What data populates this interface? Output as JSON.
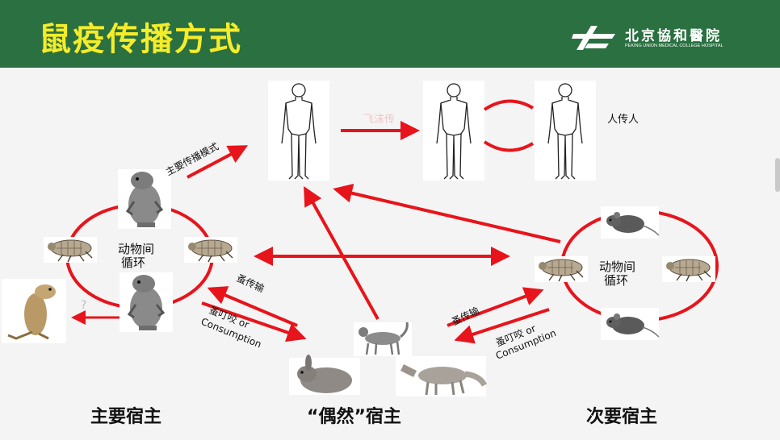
{
  "slide": {
    "title": "鼠疫传播方式",
    "logo": {
      "name_cn": "北京協和醫院",
      "name_en": "PEKING UNION MEDICAL COLLEGE HOSPITAL",
      "icon": "puh-emblem-icon"
    }
  },
  "diagram": {
    "labels": {
      "main_mode": "主要传播模式",
      "droplet": "飞沫传",
      "person_to_person": "人传人",
      "animal_cycle_left_1": "动物间",
      "animal_cycle_left_2": "循环",
      "animal_cycle_right_1": "动物间",
      "animal_cycle_right_2": "循环",
      "question": "?",
      "flea_transmit_left": "蚤传输",
      "flea_bite_left_1": "蚤叮咬 or",
      "flea_bite_left_2": "Consumption",
      "flea_transmit_right": "蚤传输",
      "flea_bite_right_1": "蚤叮咬 or",
      "flea_bite_right_2": "Consumption"
    },
    "hosts": {
      "primary": "主要宿主",
      "incidental": "“偶然”宿主",
      "secondary": "次要宿主"
    },
    "arrow_color": "#e8141b",
    "icons": [
      "human-figure-icon",
      "prairie-dog-icon",
      "flea-icon",
      "mouse-icon",
      "cat-icon",
      "rabbit-icon",
      "fox-icon"
    ]
  }
}
